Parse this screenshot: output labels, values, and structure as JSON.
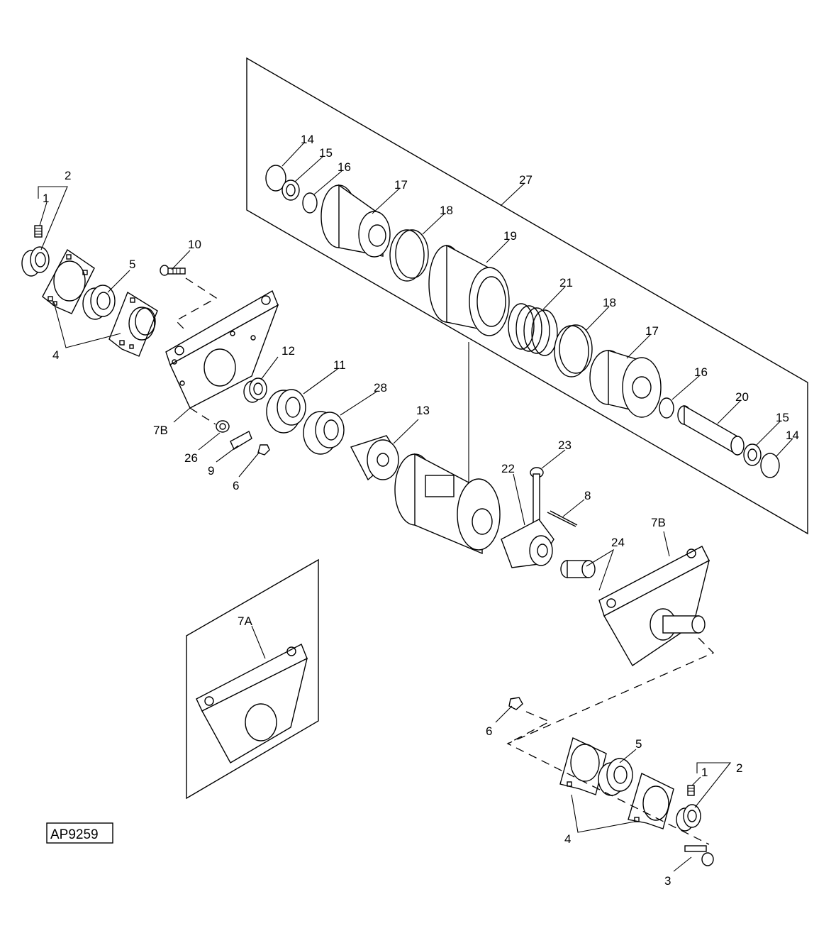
{
  "diagram_id": "AP9259",
  "callouts": {
    "c1a": "1",
    "c2a": "2",
    "c5a": "5",
    "c4a": "4",
    "c10": "10",
    "c7Ba": "7B",
    "c12": "12",
    "c11": "11",
    "c28": "28",
    "c26": "26",
    "c9": "9",
    "c6a": "6",
    "c13": "13",
    "c14a": "14",
    "c15a": "15",
    "c16a": "16",
    "c17a": "17",
    "c18a": "18",
    "c19": "19",
    "c27": "27",
    "c21": "21",
    "c18b": "18",
    "c17b": "17",
    "c16b": "16",
    "c20": "20",
    "c15b": "15",
    "c14b": "14",
    "c23": "23",
    "c22": "22",
    "c8": "8",
    "c7Bb": "7B",
    "c24": "24",
    "c7A": "7A",
    "c6b": "6",
    "c5b": "5",
    "c1b": "1",
    "c2b": "2",
    "c4b": "4",
    "c3": "3"
  }
}
